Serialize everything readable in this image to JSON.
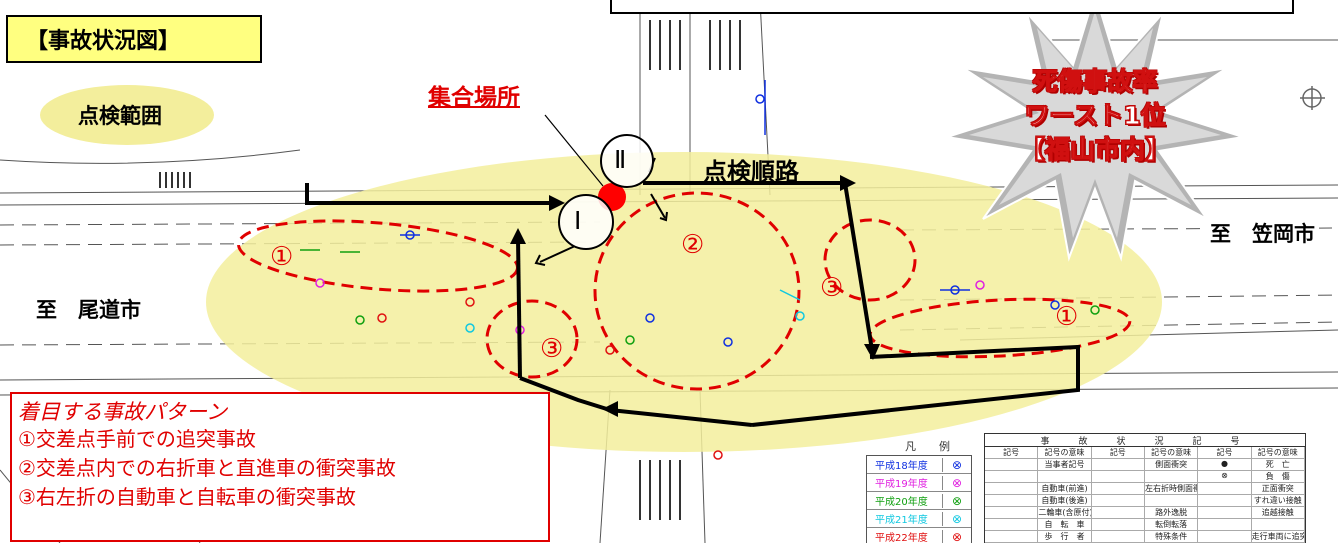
{
  "title": "【事故状況図】",
  "check_area": "点検範囲",
  "meeting_place": "集合場所",
  "route": "点検順路",
  "to_kasaoka": "至　笠岡市",
  "to_onomichi": "至　尾道市",
  "roman_1": "Ⅰ",
  "roman_2": "Ⅱ",
  "zones": {
    "z1_left": "①",
    "z1_right": "①",
    "z2": "②",
    "z3_left": "③",
    "z3_right": "③"
  },
  "badge": {
    "line1": "死傷事故率",
    "line2": "ワースト1位",
    "line3": "【福山市内】"
  },
  "patterns": {
    "heading": "着目する事故パターン",
    "items": [
      "①交差点手前での追突事故",
      "②交差点内での右折車と直進車の衝突事故",
      "③右左折の自動車と自転車の衝突事故"
    ]
  },
  "legend": {
    "label": "凡　例",
    "years": [
      {
        "label": "平成18年度",
        "color": "#1030e0"
      },
      {
        "label": "平成19年度",
        "color": "#e020e0"
      },
      {
        "label": "平成20年度",
        "color": "#10a010"
      },
      {
        "label": "平成21年度",
        "color": "#10c8e0"
      },
      {
        "label": "平成22年度",
        "color": "#e01010"
      }
    ],
    "symbol_table": {
      "title": "事　故　状　況　記　号",
      "headers": [
        "記号",
        "記号の意味",
        "記号",
        "記号の意味",
        "記号",
        "記号の意味"
      ],
      "rows": [
        [
          "",
          "当事者記号",
          "",
          "側面衝突",
          "●",
          "死　亡"
        ],
        [
          "",
          "",
          "",
          "",
          "⊗",
          "負　傷"
        ],
        [
          "",
          "自動車(前進)",
          "",
          "左右折時側面衝突",
          "",
          "正面衝突"
        ],
        [
          "",
          "自動車(後進)",
          "",
          "",
          "",
          "すれ違い接触"
        ],
        [
          "",
          "二輪車(含原付)",
          "",
          "路外逸脱",
          "",
          "追越接触"
        ],
        [
          "",
          "自　転　車",
          "",
          "転倒転落",
          "",
          ""
        ],
        [
          "",
          "歩　行　者",
          "",
          "特殊条件",
          "",
          "走行車両に追突"
        ]
      ]
    }
  },
  "colors": {
    "ellipse": "#f3ee9c",
    "danger": "#e00000",
    "title_bg": "#ffff80",
    "route": "#000000"
  }
}
